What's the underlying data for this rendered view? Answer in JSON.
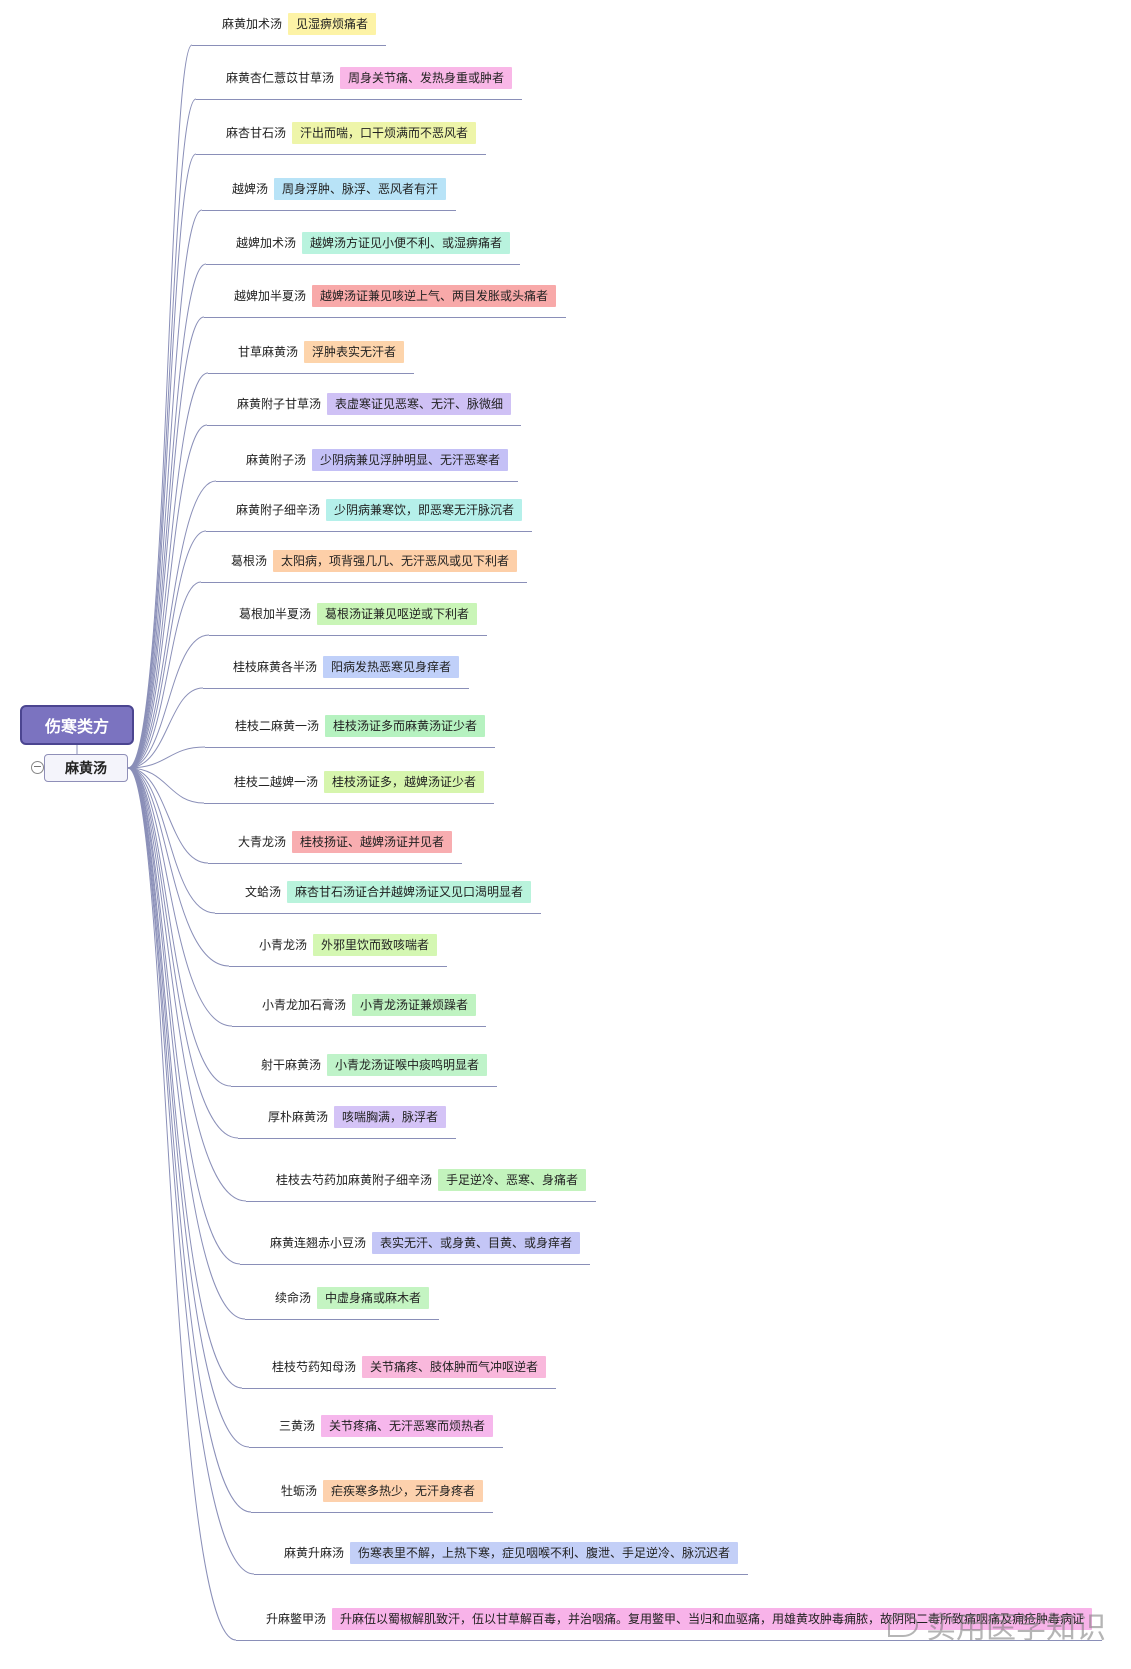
{
  "root": {
    "label": "伤寒类方"
  },
  "main": {
    "label": "麻黄汤"
  },
  "branches": [
    {
      "name": "麻黄加术汤",
      "desc": "见湿痹烦痛者",
      "color": "#fdf3a6"
    },
    {
      "name": "麻黄杏仁薏苡甘草汤",
      "desc": "周身关节痛、发热身重或肿者",
      "color": "#f9b7e7"
    },
    {
      "name": "麻杏甘石汤",
      "desc": "汗出而喘，口干烦满而不恶风者",
      "color": "#eef5a9"
    },
    {
      "name": "越婢汤",
      "desc": "周身浮肿、脉浮、恶风者有汗",
      "color": "#b8e3f7"
    },
    {
      "name": "越婢加术汤",
      "desc": "越婢汤方证见小便不利、或湿痹痛者",
      "color": "#b9f3de"
    },
    {
      "name": "越婢加半夏汤",
      "desc": "越婢汤证兼见咳逆上气、两目发胀或头痛者",
      "color": "#f8a9a9"
    },
    {
      "name": "甘草麻黄汤",
      "desc": "浮肿表实无汗者",
      "color": "#fdd4ab"
    },
    {
      "name": "麻黄附子甘草汤",
      "desc": "表虚寒证见恶寒、无汗、脉微细",
      "color": "#cfc1f5"
    },
    {
      "name": "麻黄附子汤",
      "desc": "少阴病兼见浮肿明显、无汗恶寒者",
      "color": "#c4c0f6"
    },
    {
      "name": "麻黄附子细辛汤",
      "desc": "少阴病兼寒饮，即恶寒无汗脉沉者",
      "color": "#b5f0ea"
    },
    {
      "name": "葛根汤",
      "desc": "太阳病，项背强几几、无汗恶风或见下利者",
      "color": "#fdcfa8"
    },
    {
      "name": "葛根加半夏汤",
      "desc": "葛根汤证兼见呕逆或下利者",
      "color": "#c9f5b7"
    },
    {
      "name": "桂枝麻黄各半汤",
      "desc": "阳病发热恶寒见身痒者",
      "color": "#c0d0f9"
    },
    {
      "name": "桂枝二麻黄一汤",
      "desc": "桂枝汤证多而麻黄汤证少者",
      "color": "#b6f2c0"
    },
    {
      "name": "桂枝二越婢一汤",
      "desc": "桂枝汤证多，越婢汤证少者",
      "color": "#d6f5ad"
    },
    {
      "name": "大青龙汤",
      "desc": "桂枝扬证、越婢汤证并见者",
      "color": "#f8adb0"
    },
    {
      "name": "文蛤汤",
      "desc": "麻杏甘石汤证合并越婢汤证又见口渴明显者",
      "color": "#b9f3dc"
    },
    {
      "name": "小青龙汤",
      "desc": "外邪里饮而致咳喘者",
      "color": "#d4f7b2"
    },
    {
      "name": "小青龙加石膏汤",
      "desc": "小青龙汤证兼烦躁者",
      "color": "#bff3c1"
    },
    {
      "name": "射干麻黄汤",
      "desc": "小青龙汤证喉中痰鸣明显者",
      "color": "#bff3c9"
    },
    {
      "name": "厚朴麻黄汤",
      "desc": "咳喘胸满，脉浮者",
      "color": "#d4c3f6"
    },
    {
      "name": "桂枝去芍药加麻黄附子细辛汤",
      "desc": "手足逆冷、恶寒、身痛者",
      "color": "#c3f3bd"
    },
    {
      "name": "麻黄连翘赤小豆汤",
      "desc": "表实无汗、或身黄、目黄、或身痒者",
      "color": "#c4c6f6"
    },
    {
      "name": "续命汤",
      "desc": "中虚身痛或麻木者",
      "color": "#c4f4c2"
    },
    {
      "name": "桂枝芍药知母汤",
      "desc": "关节痛疼、肢体肿而气冲呕逆者",
      "color": "#f9b8dc"
    },
    {
      "name": "三黄汤",
      "desc": "关节疼痛、无汗恶寒而烦热者",
      "color": "#f6b7ec"
    },
    {
      "name": "牡蛎汤",
      "desc": "疟疾寒多热少，无汗身疼者",
      "color": "#fdd1ad"
    },
    {
      "name": "麻黄升麻汤",
      "desc": "伤寒表里不解，上热下寒，症见咽喉不利、腹泄、手足逆冷、脉沉迟者",
      "color": "#c3cff7"
    },
    {
      "name": "升麻鳖甲汤",
      "desc": "升麻伍以蜀椒解肌致汗，伍以甘草解百毒，并治咽痛。复用鳖甲、当归和血驱痛，用雄黄攻肿毒痈脓，故阴阳二毒所致痛咽痛及痈疮肿毒病证",
      "color": "#f8b3e9"
    }
  ],
  "watermark": {
    "text": "实用医学知识",
    "icon": "wechat-icon"
  }
}
